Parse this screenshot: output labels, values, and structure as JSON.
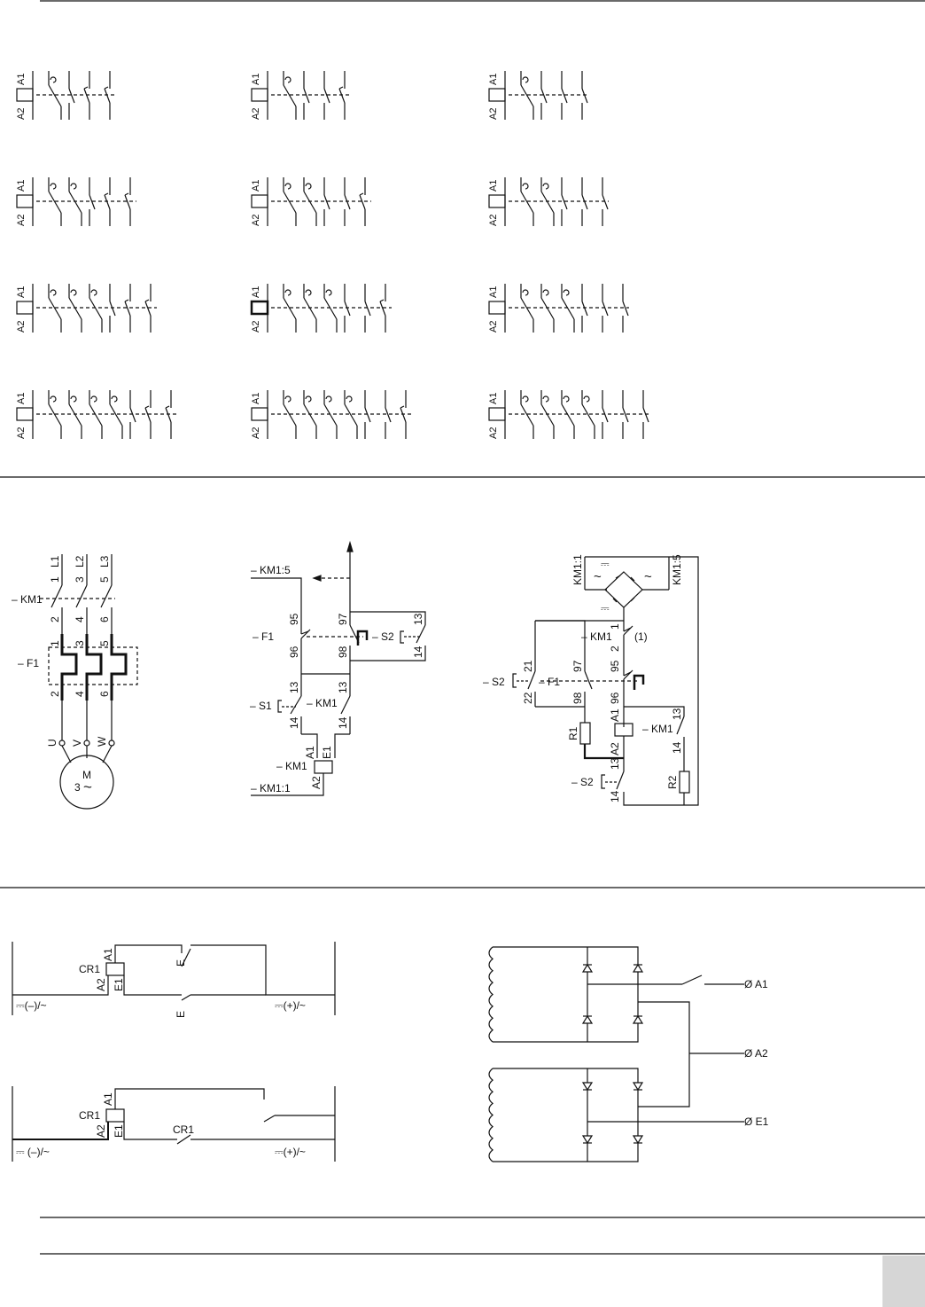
{
  "colors": {
    "line": "#111111",
    "page_tab": "#d6d6d6"
  },
  "schematic_symbols": {
    "coil_terminal_top": "A1",
    "coil_terminal_bottom": "A2",
    "rows": [
      [
        {
          "main_poles": 1,
          "aux": [
            "NO",
            "NC",
            "NC"
          ]
        },
        {
          "main_poles": 1,
          "aux": [
            "NO",
            "NO",
            "NC"
          ]
        },
        {
          "main_poles": 1,
          "aux": [
            "NO",
            "NO",
            "NO"
          ]
        }
      ],
      [
        {
          "main_poles": 2,
          "aux": [
            "NO",
            "NC",
            "NC"
          ]
        },
        {
          "main_poles": 2,
          "aux": [
            "NO",
            "NO",
            "NC"
          ]
        },
        {
          "main_poles": 2,
          "aux": [
            "NO",
            "NO",
            "NO"
          ]
        }
      ],
      [
        {
          "main_poles": 3,
          "aux": [
            "NO",
            "NC",
            "NC"
          ]
        },
        {
          "main_poles": 3,
          "aux": [
            "NO",
            "NO",
            "NC"
          ]
        },
        {
          "main_poles": 3,
          "aux": [
            "NO",
            "NO",
            "NO"
          ]
        }
      ],
      [
        {
          "main_poles": 4,
          "aux": [
            "NO",
            "NC",
            "NC"
          ]
        },
        {
          "main_poles": 4,
          "aux": [
            "NO",
            "NO",
            "NC"
          ]
        },
        {
          "main_poles": 4,
          "aux": [
            "NO",
            "NO",
            "NO"
          ]
        }
      ]
    ]
  },
  "power_circuit": {
    "phases": [
      "L1",
      "L2",
      "L3"
    ],
    "top_numbers": [
      "1",
      "3",
      "5"
    ],
    "bottom_numbers": [
      "2",
      "4",
      "6"
    ],
    "contactor": "– KM1",
    "relay": "– F1",
    "relay_top_numbers": [
      "1",
      "3",
      "5"
    ],
    "relay_bottom_numbers": [
      "2",
      "4",
      "6"
    ],
    "terminals": [
      "U",
      "V",
      "W"
    ],
    "motor": "M",
    "motor_phases": "3",
    "motor_ac": "~"
  },
  "control_circuit_1": {
    "top_wire": "– KM1:5",
    "bottom_wire": "– KM1:1",
    "relay": "– F1",
    "relay_nc": [
      "95",
      "96"
    ],
    "relay_no": [
      "97",
      "98"
    ],
    "reset": "– S2",
    "reset_nums": [
      "13",
      "14"
    ],
    "start": "– S1",
    "start_nums": [
      "13",
      "14"
    ],
    "holding": "– KM1",
    "holding_nums": [
      "13",
      "14"
    ],
    "coil": "– KM1",
    "coil_terms": [
      "A1",
      "E1",
      "A2"
    ]
  },
  "control_circuit_2": {
    "left_supply": "KM1:1",
    "right_supply": "KM1:5",
    "ac": "~",
    "dc": "⎓",
    "km1_contact": "– KM1",
    "km1_nums": [
      "1",
      "2"
    ],
    "note": "(1)",
    "reset": "– S2",
    "reset_nums": [
      "21",
      "22"
    ],
    "relay": "– F1",
    "relay_no": [
      "97",
      "98"
    ],
    "relay_nc": [
      "95",
      "96"
    ],
    "coil_terms": [
      "A1",
      "A2"
    ],
    "holding": "– KM1",
    "holding_nums": [
      "13",
      "14"
    ],
    "r1": "R1",
    "r2": "R2",
    "bottom_button": "– S2",
    "bottom_nums": [
      "13",
      "14"
    ]
  },
  "dc_wiring_1": {
    "relay": "CR1",
    "terms": [
      "A1",
      "A2",
      "E1"
    ],
    "left": "⎓(–)/~",
    "right": "⎓(+)/~",
    "push_label": "E"
  },
  "dc_wiring_2": {
    "relay": "CR1",
    "contact": "CR1",
    "terms": [
      "A1",
      "A2",
      "E1"
    ],
    "left": "⎓ (–)/~",
    "right": "⎓(+)/~"
  },
  "bridge": {
    "a1": "Ø A1",
    "a2": "Ø A2",
    "e1": "Ø E1"
  }
}
